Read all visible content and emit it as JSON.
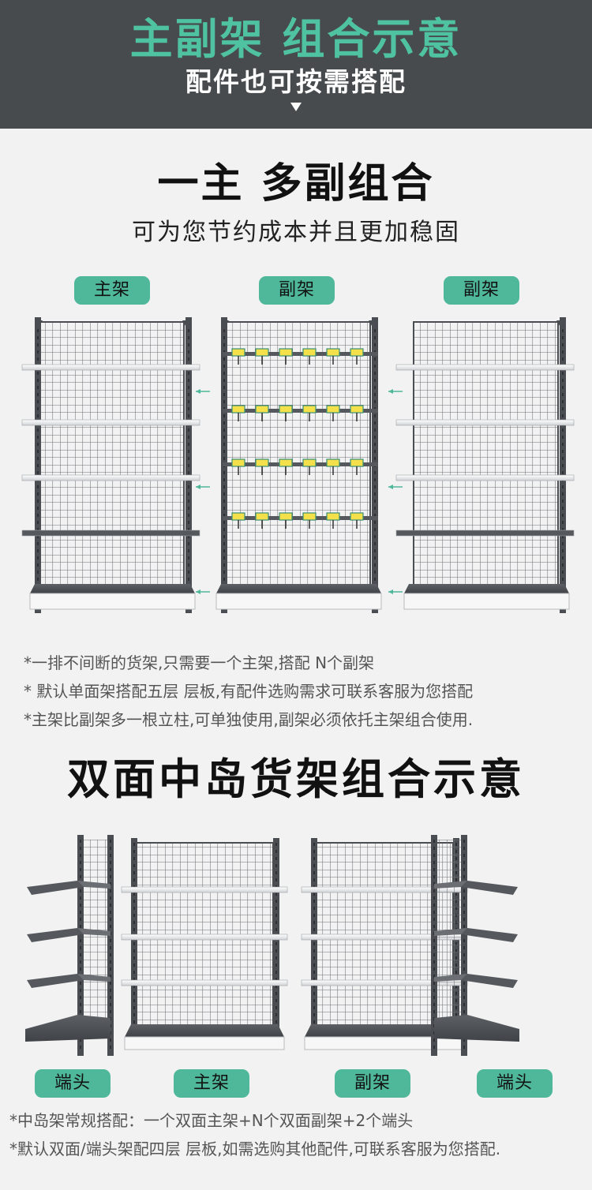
{
  "banner": {
    "title": "主副架 组合示意",
    "subtitle": "配件也可按需搭配"
  },
  "single_section": {
    "title": "一主 多副组合",
    "subtitle": "可为您节约成本并且更加稳固",
    "labels": [
      "主架",
      "副架",
      "副架"
    ],
    "notes": [
      "*一排不间断的货架,只需要一个主架,搭配 N个副架",
      "* 默认单面架搭配五层 层板,有配件选购需求可联系客服为您搭配",
      "*主架比副架多一根立柱,可单独使用,副架必须依托主架组合使用."
    ]
  },
  "double_section": {
    "title": "双面中岛货架组合示意",
    "labels": [
      "端头",
      "主架",
      "副架",
      "端头"
    ],
    "notes": [
      "*中岛架常规搭配：一个双面主架+N个双面副架+2个端头",
      "*默认双面/端头架配四层 层板,如需选购其他配件,可联系客服为您搭配."
    ]
  },
  "colors": {
    "banner_bg": "#474b4e",
    "accent": "#4fb89a",
    "shelf_frame": "#4a4d52",
    "price_tag": "#f4e04a"
  }
}
